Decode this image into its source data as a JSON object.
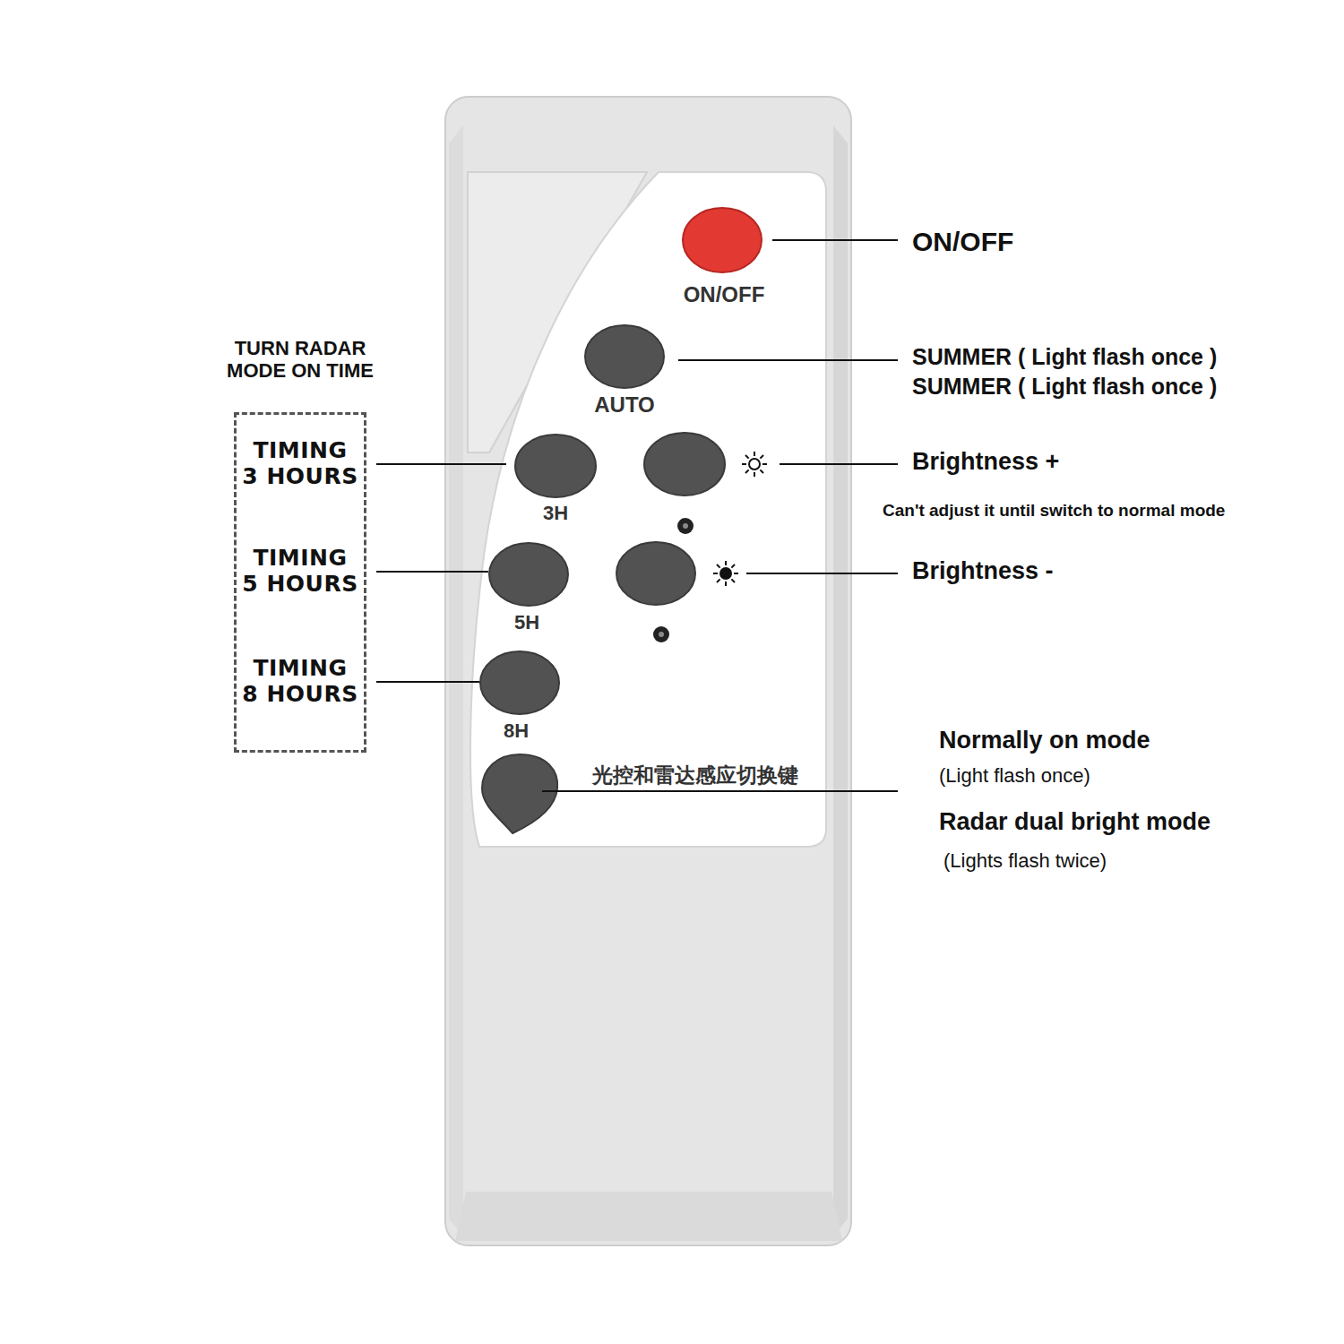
{
  "diagram": {
    "nodes": [
      {
        "text": [
          "TURN RADAR MODE ON TIME",
          "TIMING 3 HOURS",
          "TIMING 5 HOURS",
          "TIMING 8 HOURS"
        ]
      }
    ],
    "labels": [
      "ON/OFF",
      "AUTO",
      "3H",
      "5H",
      "8H",
      "光控和雷达感应切换键",
      "ON/OFF",
      "SUMMER ( Light flash once )",
      "SUMMER ( Light flash once )",
      "Brightness +",
      "Can't adjust it until switch to normal mode",
      "Brightness -",
      "Normally on mode",
      "(Light flash once)",
      "Radar dual bright mode",
      "(Lights flash twice)"
    ]
  }
}
